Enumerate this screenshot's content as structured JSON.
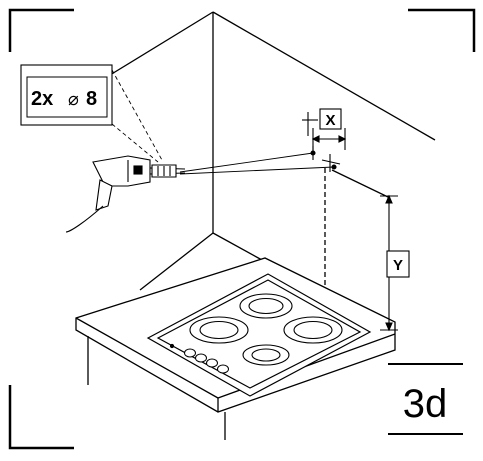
{
  "callout": {
    "quantity": "2x",
    "diameter_symbol": "⌀",
    "diameter_value": "8"
  },
  "dimensions": {
    "x_label": "X",
    "y_label": "Y"
  },
  "step": {
    "label": "3d"
  }
}
